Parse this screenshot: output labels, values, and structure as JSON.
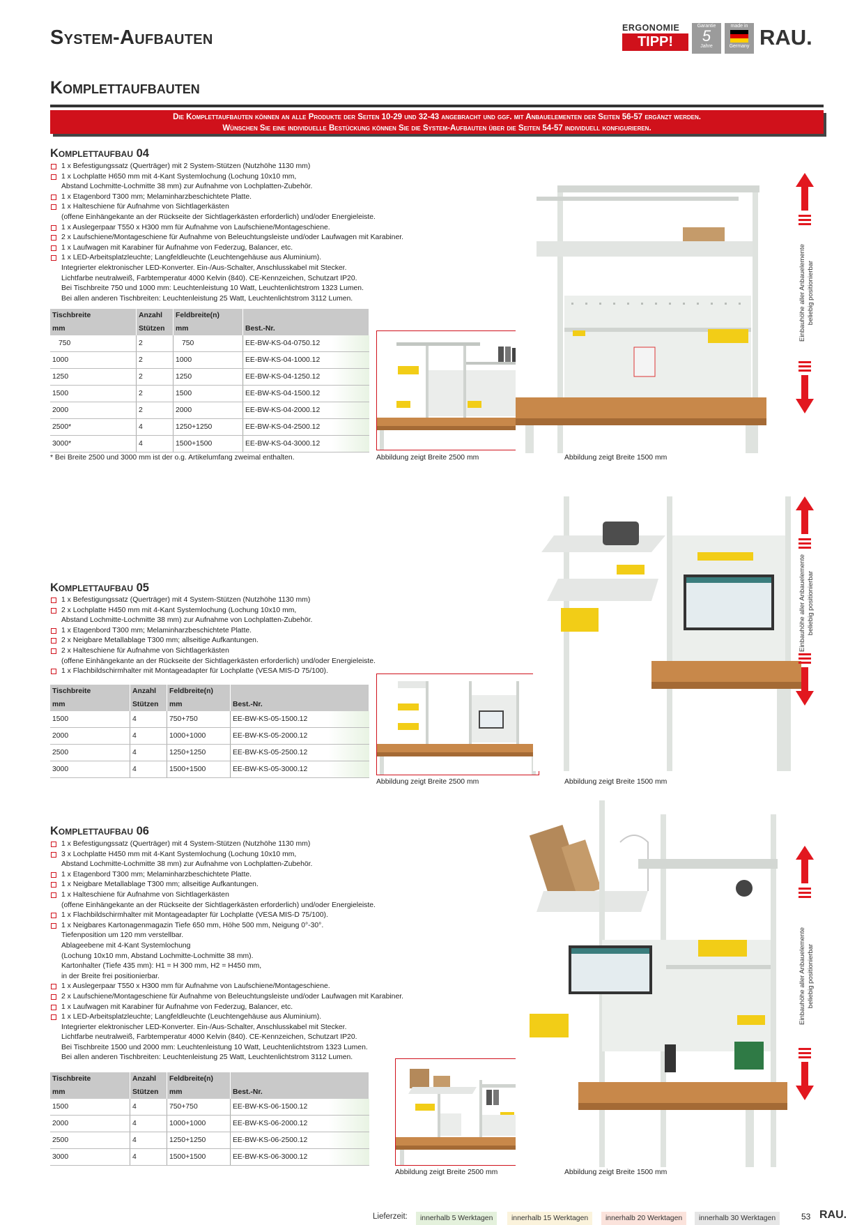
{
  "header": {
    "title": "System-Aufbauten",
    "badge_ergonomie_top": "ERGONOMIE",
    "badge_ergonomie_bottom": "TIPP!",
    "badge_garantie_top": "Garantie",
    "badge_garantie_num": "5",
    "badge_garantie_bottom": "Jahre",
    "badge_made_top": "made in",
    "badge_made_bottom": "Germany",
    "logo": "RAU."
  },
  "subtitle": "Komplettaufbauten",
  "banner": {
    "line1": "Die Komplettaufbauten können an alle Produkte der Seiten 10-29 und 32-43 angebracht und ggf. mit Anbauelementen der Seiten 56-57 ergänzt werden.",
    "line2": "Wünschen Sie eine individuelle Bestückung können Sie die System-Aufbauten über die Seiten 54-57 individuell konfigurieren."
  },
  "table_headers": {
    "h1a": "Tischbreite",
    "h1b": "mm",
    "h2a": "Anzahl",
    "h2b": "Stützen",
    "h3a": "Feldbreite(n)",
    "h3b": "mm",
    "h4a": "",
    "h4b": "Best.-Nr."
  },
  "side_text": {
    "line1": "Einbauhöhe aller Anbauelemente",
    "line2": "beliebig positionierbar"
  },
  "sections": [
    {
      "title": "Komplettaufbau 04",
      "items": [
        "1 x Befestigungssatz (Querträger) mit 2 System-Stützen (Nutzhöhe 1130 mm)",
        "1 x Lochplatte H650 mm mit 4-Kant Systemlochung (Lochung 10x10 mm,\nAbstand Lochmitte-Lochmitte 38 mm) zur Aufnahme von Lochplatten-Zubehör.",
        "1 x Etagenbord T300 mm; Melaminharzbeschichtete Platte.",
        "1 x Halteschiene für Aufnahme von Sichtlagerkästen\n(offene Einhängekante an der Rückseite der Sichtlagerkästen erforderlich) und/oder Energieleiste.",
        "1 x Auslegerpaar T550 x H300 mm für Aufnahme von Laufschiene/Montageschiene.",
        "2 x Laufschiene/Montageschiene für Aufnahme von Beleuchtungsleiste und/oder Laufwagen mit Karabiner.",
        "1 x Laufwagen mit Karabiner für Aufnahme von Federzug, Balancer, etc.",
        "1 x LED-Arbeitsplatzleuchte; Langfeldleuchte (Leuchtengehäuse aus Aluminium).\nIntegrierter elektronischer LED-Konverter. Ein-/Aus-Schalter, Anschlusskabel mit Stecker.\nLichtfarbe neutralweiß, Farbtemperatur 4000 Kelvin (840). CE-Kennzeichen, Schutzart IP20.\nBei Tischbreite 750 und 1000 mm: Leuchtenleistung 10 Watt, Leuchtenlichtstrom 1323 Lumen.\nBei allen anderen Tischbreiten: Leuchtenleistung 25 Watt, Leuchtenlichtstrom 3112 Lumen."
      ],
      "rows": [
        [
          "750",
          "2",
          "750",
          "EE-BW-KS-04-0750.12"
        ],
        [
          "1000",
          "2",
          "1000",
          "EE-BW-KS-04-1000.12"
        ],
        [
          "1250",
          "2",
          "1250",
          "EE-BW-KS-04-1250.12"
        ],
        [
          "1500",
          "2",
          "1500",
          "EE-BW-KS-04-1500.12"
        ],
        [
          "2000",
          "2",
          "2000",
          "EE-BW-KS-04-2000.12"
        ],
        [
          "2500*",
          "4",
          "1250+1250",
          "EE-BW-KS-04-2500.12"
        ],
        [
          "3000*",
          "4",
          "1500+1500",
          "EE-BW-KS-04-3000.12"
        ]
      ],
      "note": "* Bei Breite 2500 und 3000 mm ist der o.g. Artikelumfang zweimal enthalten.",
      "caption_small": "Abbildung zeigt Breite 2500 mm",
      "caption_large": "Abbildung zeigt Breite 1500 mm"
    },
    {
      "title": "Komplettaufbau 05",
      "items": [
        "1 x Befestigungssatz (Querträger) mit 4 System-Stützen (Nutzhöhe 1130 mm)",
        "2 x Lochplatte H450 mm mit 4-Kant Systemlochung (Lochung 10x10 mm,\nAbstand Lochmitte-Lochmitte 38 mm) zur Aufnahme von Lochplatten-Zubehör.",
        "1 x Etagenbord T300 mm; Melaminharzbeschichtete Platte.",
        "2 x Neigbare Metallablage T300 mm; allseitige Aufkantungen.",
        "2 x Halteschiene für Aufnahme von Sichtlagerkästen\n(offene Einhängekante an der Rückseite der Sichtlagerkästen erforderlich) und/oder Energieleiste.",
        "1 x Flachbildschirmhalter mit Montageadapter für Lochplatte (VESA MIS-D 75/100)."
      ],
      "rows": [
        [
          "1500",
          "4",
          "750+750",
          "EE-BW-KS-05-1500.12"
        ],
        [
          "2000",
          "4",
          "1000+1000",
          "EE-BW-KS-05-2000.12"
        ],
        [
          "2500",
          "4",
          "1250+1250",
          "EE-BW-KS-05-2500.12"
        ],
        [
          "3000",
          "4",
          "1500+1500",
          "EE-BW-KS-05-3000.12"
        ]
      ],
      "caption_small": "Abbildung zeigt Breite 2500 mm",
      "caption_large": "Abbildung zeigt Breite 1500 mm"
    },
    {
      "title": "Komplettaufbau 06",
      "items": [
        "1 x Befestigungssatz (Querträger) mit 4 System-Stützen (Nutzhöhe 1130 mm)",
        "3 x Lochplatte H450 mm mit 4-Kant Systemlochung (Lochung 10x10 mm,\nAbstand Lochmitte-Lochmitte 38 mm) zur Aufnahme von Lochplatten-Zubehör.",
        "1 x Etagenbord T300 mm; Melaminharzbeschichtete Platte.",
        "1 x Neigbare Metallablage T300 mm; allseitige Aufkantungen.",
        "1 x Halteschiene für Aufnahme von Sichtlagerkästen\n(offene Einhängekante an der Rückseite der Sichtlagerkästen erforderlich) und/oder Energieleiste.",
        "1 x Flachbildschirmhalter mit Montageadapter für Lochplatte (VESA MIS-D 75/100).",
        "1 x Neigbares Kartonagenmagazin Tiefe 650 mm, Höhe 500 mm, Neigung 0°-30°.\nTiefenposition um 120 mm verstellbar.\nAblageebene mit 4-Kant Systemlochung\n(Lochung 10x10 mm, Abstand Lochmitte-Lochmitte 38 mm).\nKartonhalter (Tiefe 435 mm): H1 = H 300 mm, H2 = H450 mm,\nin der Breite frei positionierbar.",
        "1 x Auslegerpaar T550 x H300 mm für Aufnahme von Laufschiene/Montageschiene.",
        "2 x Laufschiene/Montageschiene für Aufnahme von Beleuchtungsleiste und/oder Laufwagen mit Karabiner.",
        "1 x Laufwagen mit Karabiner für Aufnahme von Federzug, Balancer, etc.",
        "1 x LED-Arbeitsplatzleuchte; Langfeldleuchte (Leuchtengehäuse aus Aluminium).\nIntegrierter elektronischer LED-Konverter. Ein-/Aus-Schalter, Anschlusskabel mit Stecker.\nLichtfarbe neutralweiß, Farbtemperatur 4000 Kelvin (840). CE-Kennzeichen, Schutzart IP20.\nBei Tischbreite 1500 und 2000  mm: Leuchtenleistung 10 Watt, Leuchtenlichtstrom 1323 Lumen.\nBei allen anderen Tischbreiten: Leuchtenleistung 25 Watt, Leuchtenlichtstrom 3112 Lumen."
      ],
      "rows": [
        [
          "1500",
          "4",
          "750+750",
          "EE-BW-KS-06-1500.12"
        ],
        [
          "2000",
          "4",
          "1000+1000",
          "EE-BW-KS-06-2000.12"
        ],
        [
          "2500",
          "4",
          "1250+1250",
          "EE-BW-KS-06-2500.12"
        ],
        [
          "3000",
          "4",
          "1500+1500",
          "EE-BW-KS-06-3000.12"
        ]
      ],
      "caption_small": "Abbildung zeigt Breite 2500 mm",
      "caption_large": "Abbildung zeigt Breite 1500 mm"
    }
  ],
  "footer": {
    "label": "Lieferzeit:",
    "chips": [
      {
        "text": "innerhalb 5 Werktagen",
        "color": "#e4f1dc"
      },
      {
        "text": "innerhalb 15 Werktagen",
        "color": "#fbf3dc"
      },
      {
        "text": "innerhalb 20 Werktagen",
        "color": "#fbe3dc"
      },
      {
        "text": "innerhalb 30 Werktagen",
        "color": "#e6e6e6"
      }
    ],
    "page": "53",
    "logo": "RAU."
  },
  "colors": {
    "accent": "#d0111b",
    "wood": "#c8884a",
    "frame": "#dfe3df"
  }
}
